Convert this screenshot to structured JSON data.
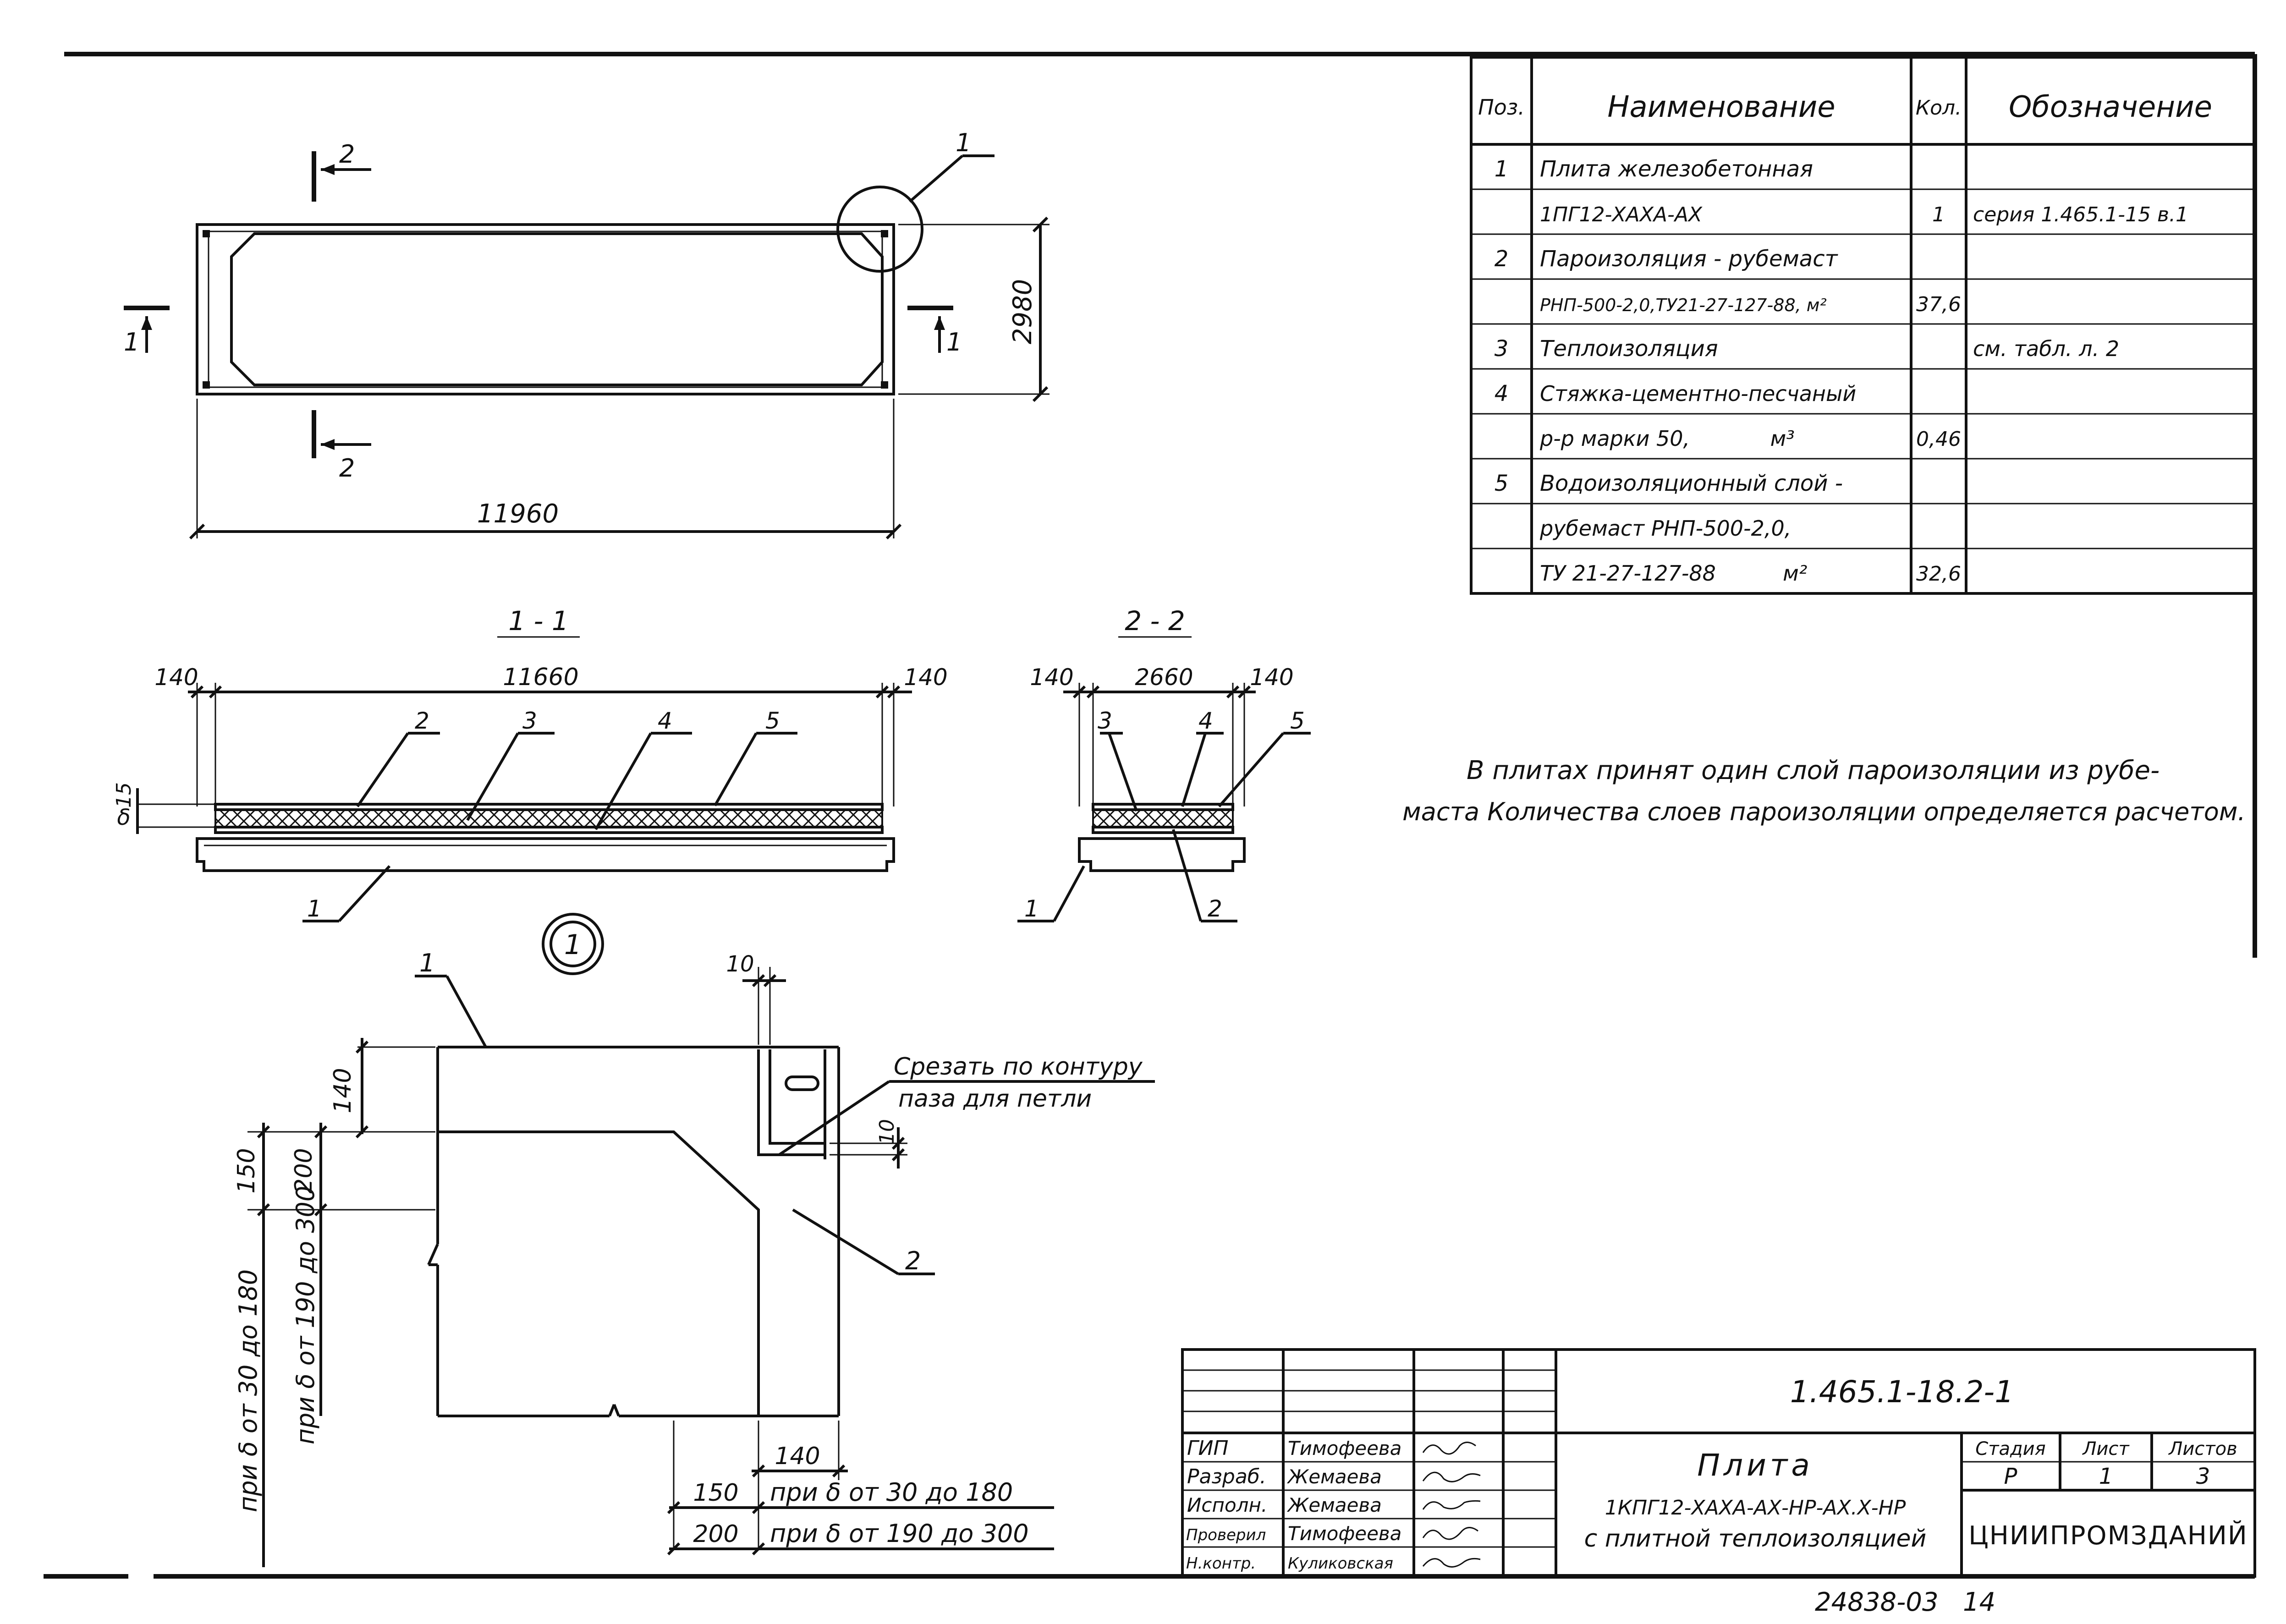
{
  "bom": {
    "headers": {
      "pos": "Поз.",
      "name": "Наименование",
      "qty": "Кол.",
      "ref": "Обозначение"
    },
    "rows": [
      {
        "pos": "1",
        "name": "Плита железобетонная",
        "qty": "",
        "ref": ""
      },
      {
        "pos": "",
        "name": "1ПГ12-ХАХА-АХ",
        "qty": "1",
        "ref": "серия 1.465.1-15 в.1"
      },
      {
        "pos": "2",
        "name": "Пароизоляция - рубемаст",
        "qty": "",
        "ref": ""
      },
      {
        "pos": "",
        "name": "РНП-500-2,0,ТУ21-27-127-88,  м²",
        "qty": "37,6",
        "ref": ""
      },
      {
        "pos": "3",
        "name": "Теплоизоляция",
        "qty": "",
        "ref": "см. табл. л. 2"
      },
      {
        "pos": "4",
        "name": "Стяжка-цементно-песчаный",
        "qty": "",
        "ref": ""
      },
      {
        "pos": "",
        "name": "р-р марки 50,            м³",
        "qty": "0,46",
        "ref": ""
      },
      {
        "pos": "5",
        "name": "Водоизоляционный слой -",
        "qty": "",
        "ref": ""
      },
      {
        "pos": "",
        "name": "рубемаст РНП-500-2,0,",
        "qty": "",
        "ref": ""
      },
      {
        "pos": "",
        "name": "ТУ 21-27-127-88          м²",
        "qty": "32,6",
        "ref": ""
      }
    ]
  },
  "note": {
    "line1": "В плитах принят один слой пароизоляции из рубе-",
    "line2": "маста Количества слоев пароизоляции определяется расчетом."
  },
  "plan": {
    "dim_length": "11960",
    "dim_width": "2980",
    "section_mark_1": "1",
    "section_mark_2": "2",
    "callout": "1"
  },
  "section_1_1": {
    "title": "1 - 1",
    "dim_left": "140",
    "dim_mid": "11660",
    "dim_right": "140",
    "dim_delta": "δ",
    "dim_15": "15",
    "labels": [
      "1",
      "2",
      "3",
      "4",
      "5"
    ]
  },
  "section_2_2": {
    "title": "2 - 2",
    "dim_left": "140",
    "dim_mid": "2660",
    "dim_right": "140",
    "labels": [
      "1",
      "2",
      "3",
      "4",
      "5"
    ]
  },
  "detail_1": {
    "mark": "1",
    "leader_1": "1",
    "leader_2": "2",
    "dim_10_top": "10",
    "dim_10_side": "10",
    "dim_140_v": "140",
    "dim_150_v": "150",
    "dim_200_v": "200",
    "dim_140_h": "140",
    "cut_note_1": "Срезать по контуру",
    "cut_note_2": "паза для петли",
    "vert_note_1": "при δ от 30 до 180",
    "vert_note_2": "при δ от 190 до 300",
    "tab_150": "150",
    "tab_150_note": "при δ от 30 до 180",
    "tab_200": "200",
    "tab_200_note": "при δ от 190 до 300"
  },
  "title_block": {
    "doc_code": "1.465.1-18.2-1",
    "roles": [
      {
        "role": "ГИП",
        "person": "Тимофеева"
      },
      {
        "role": "Разраб.",
        "person": "Жемаева"
      },
      {
        "role": "Исполн.",
        "person": "Жемаева"
      },
      {
        "role": "Проверил",
        "person": "Тимофеева"
      },
      {
        "role": "Н.контр.",
        "person": "Куликовская"
      }
    ],
    "title_main": "Плита",
    "title_sub1": "1КПГ12-ХАХА-АХ-НР-АХ.Х-НР",
    "title_sub2": "с плитной теплоизоляцией",
    "stage_label": "Стадия",
    "sheet_label": "Лист",
    "sheets_label": "Листов",
    "stage": "Р",
    "sheet": "1",
    "sheets": "3",
    "org": "ЦНИИПРОМЗДАНИЙ",
    "archive": "24838-03   14"
  }
}
